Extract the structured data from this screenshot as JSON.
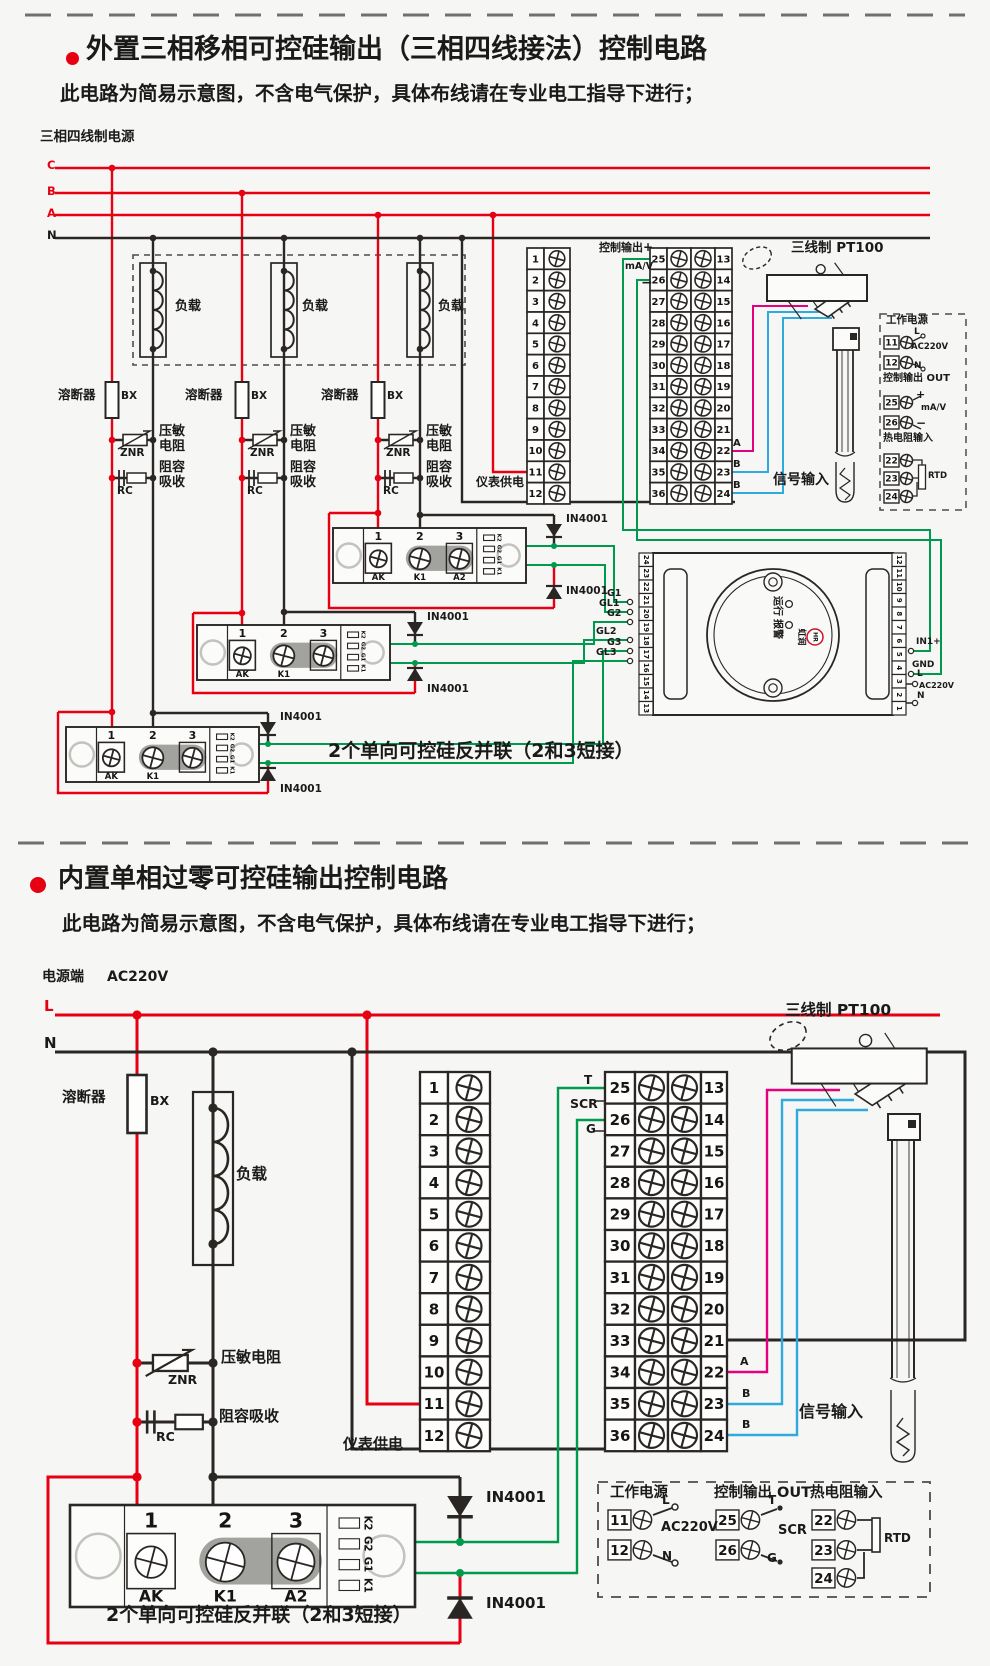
{
  "section1": {
    "title": "外置三相移相可控硅输出（三相四线接法）控制电路",
    "subtitle": "此电路为简易示意图，不含电气保护，具体布线请在专业电工指导下进行；",
    "power_label": "三相四线制电源",
    "phase_c": "C",
    "phase_b": "B",
    "phase_a": "A",
    "phase_n": "N",
    "ctrl_out": "控制输出",
    "plus": "+",
    "mav": "mA/V",
    "minus": "−",
    "meter_supply": "仪表供电",
    "note": "2个单向可控硅反并联（2和3短接）",
    "signal_input": "信号输入",
    "pt100": "三线制 PT100",
    "sig_a": "A",
    "sig_b1": "B",
    "sig_b2": "B",
    "trigger": {
      "left_nums": [
        "24",
        "23",
        "22",
        "21",
        "20",
        "19",
        "18",
        "17",
        "16",
        "15",
        "14",
        "13"
      ],
      "right_nums": [
        "12",
        "11",
        "10",
        "9",
        "8",
        "7",
        "6",
        "5",
        "4",
        "3",
        "2",
        "1"
      ],
      "g1": "G1",
      "gl1": "GL1",
      "g2": "G2",
      "gl2": "GL2",
      "g3": "G3",
      "gl3": "GL3",
      "in1": "IN1+",
      "gnd": "GND",
      "l": "L",
      "ac": "AC220V",
      "n": "N",
      "run": "运行",
      "alarm": "报警",
      "brand": "虹润",
      "brand_logo": "HR"
    }
  },
  "section2": {
    "title": "内置单相过零可控硅输出控制电路",
    "subtitle": "此电路为简易示意图，不含电气保护，具体布线请在专业电工指导下进行；",
    "power_label": "电源端",
    "power_value": "AC220V",
    "line_l": "L",
    "line_n": "N",
    "t": "T",
    "scr": "SCR",
    "g": "G",
    "meter_supply": "仪表供电",
    "note": "2个单向可控硅反并联（2和3短接）",
    "signal_input": "信号输入",
    "pt100": "三线制 PT100",
    "sig_a": "A",
    "sig_b1": "B",
    "sig_b2": "B"
  },
  "common": {
    "load": "负载",
    "fuse": "溶断器",
    "fuse_code": "BX",
    "varistor": "压敏电阻",
    "varistor_code": "ZNR",
    "rc": "阻容吸收",
    "rc_code": "RC",
    "diode": "IN4001",
    "module": {
      "n1": "1",
      "n2": "2",
      "n3": "3",
      "t1": "AK",
      "t2": "K1",
      "t3": "A2",
      "strip": [
        "K2",
        "G2",
        "G1",
        "K1"
      ]
    },
    "blocks": {
      "left": [
        "1",
        "2",
        "3",
        "4",
        "5",
        "6",
        "7",
        "8",
        "9",
        "10",
        "11",
        "12"
      ],
      "mid": [
        "25",
        "26",
        "27",
        "28",
        "29",
        "30",
        "31",
        "32",
        "33",
        "34",
        "35",
        "36"
      ],
      "right": [
        "13",
        "14",
        "15",
        "16",
        "17",
        "18",
        "19",
        "20",
        "21",
        "22",
        "23",
        "24"
      ]
    },
    "info": {
      "power": "工作电源",
      "out": "控制输出 OUT",
      "rtd_in": "热电阻输入",
      "rtd": "RTD",
      "l": "L",
      "n": "N",
      "ac": "AC220V",
      "plus": "+",
      "minus": "−",
      "mav": "mA/V",
      "t": "T",
      "scr": "SCR",
      "g": "G",
      "n11": "11",
      "n12": "12",
      "n25": "25",
      "n26": "26",
      "n22": "22",
      "n23": "23",
      "n24": "24"
    }
  }
}
